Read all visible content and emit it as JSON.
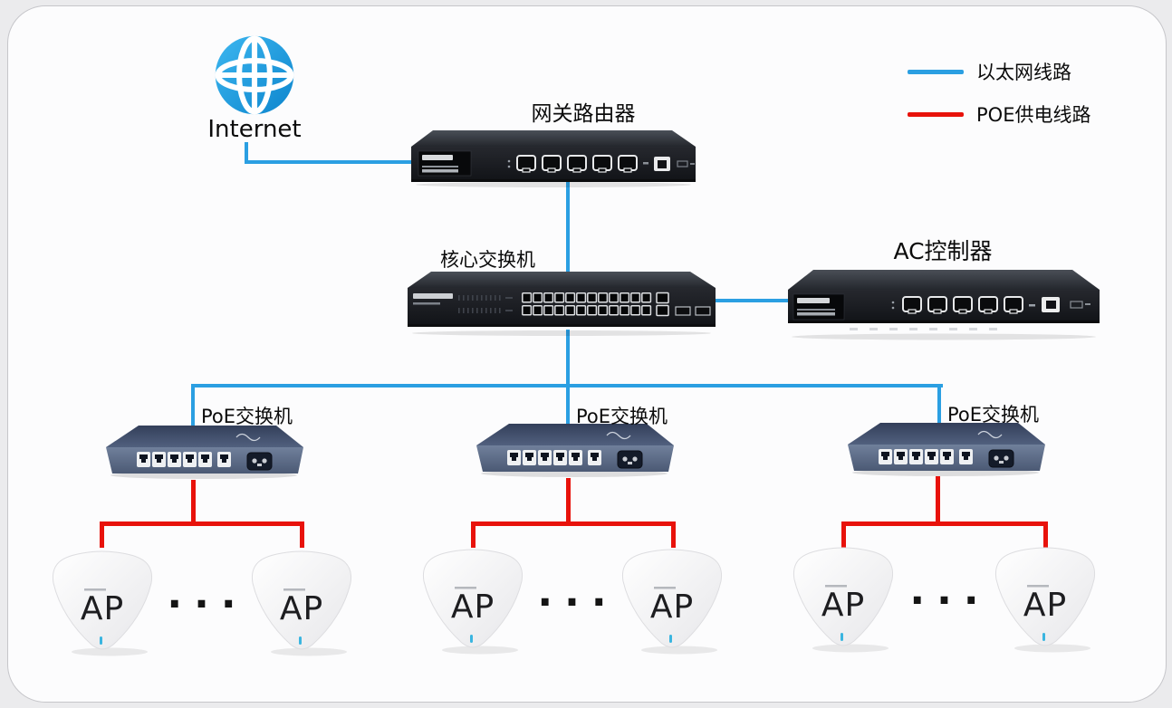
{
  "colors": {
    "ethernet_line": "#2B9FE2",
    "poe_line": "#E8120B",
    "internet_icon": "#1E9BDD"
  },
  "nodes": {
    "internet": {
      "label": "Internet"
    },
    "gateway_router": {
      "label": "网关路由器"
    },
    "core_switch": {
      "label": "核心交换机"
    },
    "ac_controller": {
      "label": "AC控制器"
    }
  },
  "legend": {
    "ethernet": {
      "label": "以太网线路",
      "color": "#2B9FE2"
    },
    "poe": {
      "label": "POE供电线路",
      "color": "#E8120B"
    }
  },
  "poe_groups": [
    {
      "label": "PoE交换机",
      "aps": [
        "AP",
        "AP"
      ],
      "ellipsis": "···"
    },
    {
      "label": "PoE交换机",
      "aps": [
        "AP",
        "AP"
      ],
      "ellipsis": "···"
    },
    {
      "label": "PoE交换机",
      "aps": [
        "AP",
        "AP"
      ],
      "ellipsis": "···"
    }
  ]
}
